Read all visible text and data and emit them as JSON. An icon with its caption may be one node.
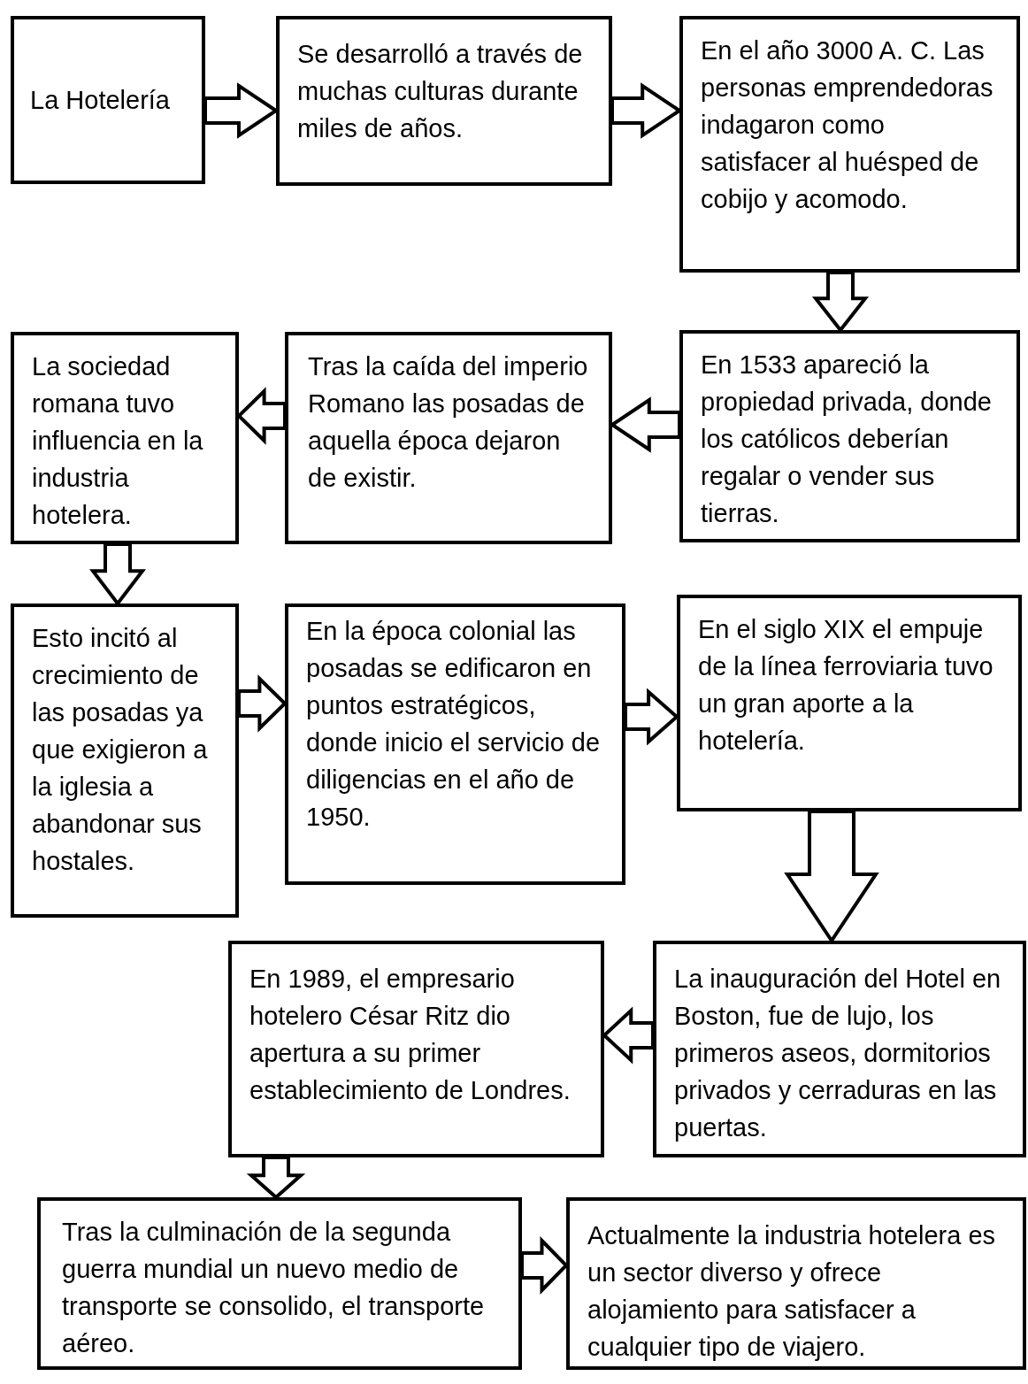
{
  "diagram": {
    "nodes": [
      {
        "text": [
          "La Hotelería"
        ]
      },
      {
        "text": [
          "Se desarrolló a través de muchas culturas durante miles de años."
        ]
      },
      {
        "text": [
          "En el año 3000 A. C. Las personas emprendedoras indagaron como satisfacer al huésped de cobijo y acomodo."
        ]
      },
      {
        "text": [
          "En 1533 apareció la propiedad privada, donde los católicos deberían regalar o vender sus tierras."
        ]
      },
      {
        "text": [
          "Tras la caída del imperio Romano las posadas de aquella época dejaron de existir."
        ]
      },
      {
        "text": [
          "La sociedad romana tuvo influencia en la industria hotelera."
        ]
      },
      {
        "text": [
          "Esto incitó al crecimiento de las posadas ya que exigieron a la iglesia a abandonar sus hostales."
        ]
      },
      {
        "text": [
          "En la época colonial las posadas se edificaron en puntos estratégicos, donde inicio el servicio de diligencias en el año de 1950."
        ]
      },
      {
        "text": [
          "En el siglo XIX el empuje de la línea ferroviaria tuvo un gran aporte a la hotelería."
        ]
      },
      {
        "text": [
          "La inauguración del Hotel en Boston, fue de lujo, los primeros aseos, dormitorios privados y cerraduras en las puertas."
        ]
      },
      {
        "text": [
          "En 1989, el empresario hotelero César Ritz dio apertura a su primer establecimiento de Londres."
        ]
      },
      {
        "text": [
          "Tras la culminación de la segunda guerra mundial un nuevo medio de transporte se consolido, el transporte aéreo."
        ]
      },
      {
        "text": [
          "Actualmente la industria hotelera es un sector diverso y ofrece alojamiento para satisfacer a cualquier tipo de viajero."
        ]
      }
    ],
    "edges": [
      {
        "from": 0,
        "to": 1,
        "arrow": "to"
      },
      {
        "from": 1,
        "to": 2,
        "arrow": "to"
      },
      {
        "from": 2,
        "to": 3,
        "arrow": "to"
      },
      {
        "from": 3,
        "to": 4,
        "arrow": "to"
      },
      {
        "from": 4,
        "to": 5,
        "arrow": "to"
      },
      {
        "from": 5,
        "to": 6,
        "arrow": "to"
      },
      {
        "from": 6,
        "to": 7,
        "arrow": "to"
      },
      {
        "from": 7,
        "to": 8,
        "arrow": "to"
      },
      {
        "from": 8,
        "to": 9,
        "arrow": "to",
        "style": "thick"
      },
      {
        "from": 9,
        "to": 10,
        "arrow": "to"
      },
      {
        "from": 10,
        "to": 11,
        "arrow": "to"
      },
      {
        "from": 11,
        "to": 12,
        "arrow": "to"
      }
    ]
  }
}
